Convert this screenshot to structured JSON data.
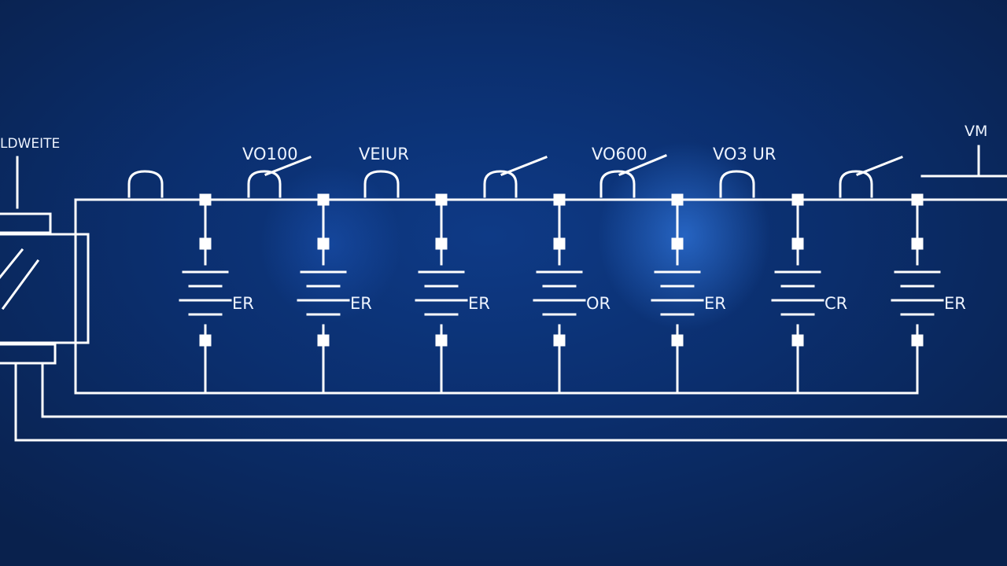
{
  "labels": {
    "source": "LDWEITE",
    "meter": "VM",
    "top": [
      "VO100",
      "VEIUR",
      "VO600",
      "VO3 UR"
    ],
    "cells": [
      "ER",
      "ER",
      "ER",
      "OR",
      "ER",
      "CR",
      "ER"
    ]
  },
  "colors": {
    "background": "#0b2f6f",
    "line": "#ffffff",
    "glow": "#3c8cff"
  }
}
